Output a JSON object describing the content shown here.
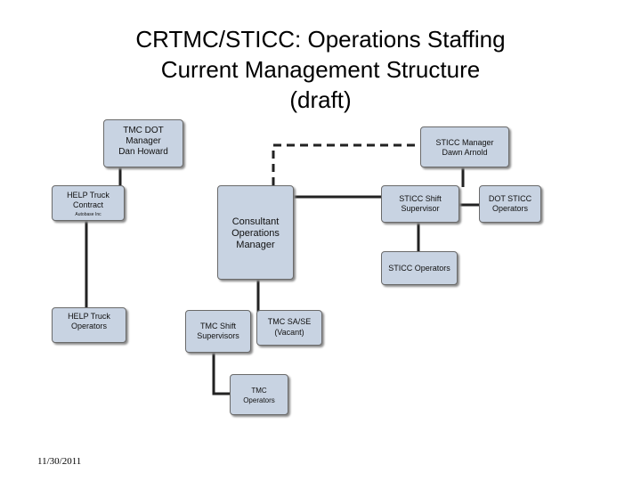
{
  "title": {
    "line1": "CRTMC/STICC: Operations Staffing",
    "line2": "Current Management Structure",
    "line3": "(draft)"
  },
  "nodes": {
    "tmc_dot": "TMC  DOT\nManager\nDan Howard",
    "sticc_manager": "STICC Manager\nDawn Arnold",
    "help_truck_contract": "HELP Truck\nContract",
    "help_truck_contract_sub": "Autobase Inc",
    "consultant_ops_manager": "Consultant\nOperations\nManager",
    "sticc_shift_supervisor": "STICC Shift\nSupervisor",
    "dot_sticc_operators": "DOT STICC\nOperators",
    "sticc_operators": "STICC Operators",
    "help_truck_operators": "HELP Truck\nOperators",
    "tmc_shift_supervisors": "TMC Shift\nSupervisors",
    "tmc_sa_se": "TMC SA/SE\n(Vacant)",
    "tmc_operators": "TMC\nOperators"
  },
  "footer": {
    "date": "11/30/2011"
  }
}
